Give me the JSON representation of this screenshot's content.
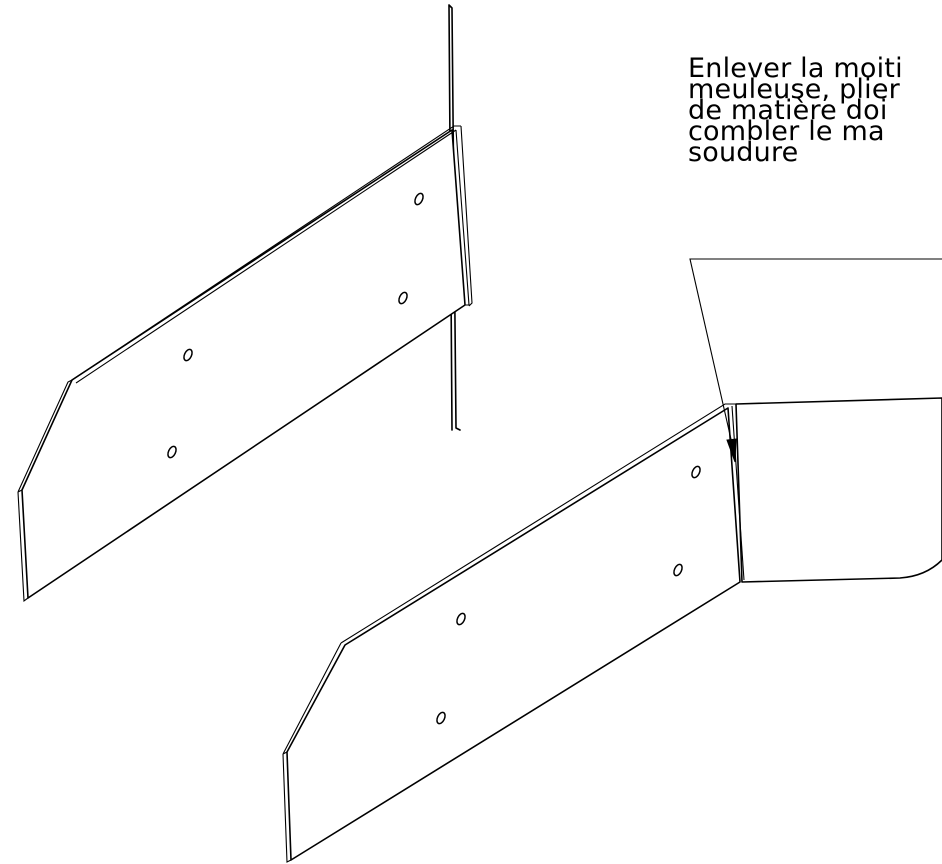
{
  "annotation": {
    "lines": [
      "Enlever la moiti",
      "meuleuse, plier",
      "de matière doi",
      "combler le ma",
      "soudure"
    ]
  }
}
